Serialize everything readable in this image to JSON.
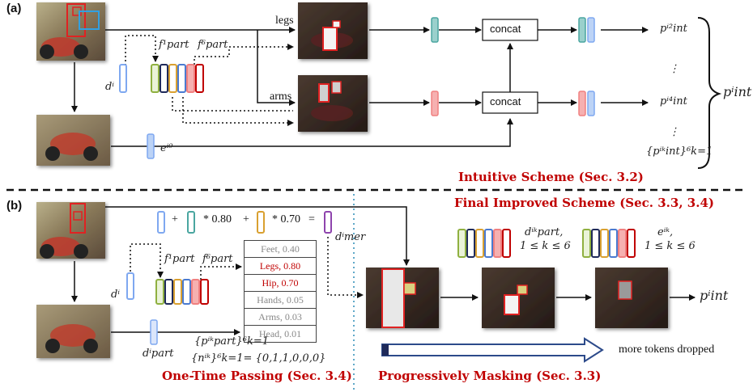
{
  "panels": {
    "a": "(a)",
    "b": "(b)"
  },
  "top": {
    "branch_legs": "legs",
    "branch_arms": "arms",
    "concat": "concat",
    "f1": "f¹part",
    "f6": "f⁶part",
    "di": "dⁱ",
    "ei0": "eⁱ⁰",
    "p_i2": "pⁱ²int",
    "p_i4": "pⁱ⁴int",
    "dots": "⋮",
    "p_set": "{pⁱᵏint}⁶k=1",
    "p_out": "pⁱint",
    "scheme_title": "Intuitive Scheme (Sec. 3.2)"
  },
  "bottom": {
    "final_title": "Final Improved Scheme (Sec. 3.3, 3.4)",
    "formula_plus": "+",
    "formula_w1": "* 0.80",
    "formula_plus2": "+",
    "formula_w2": "* 0.70",
    "formula_eq": "=",
    "d_mer": "dⁱmer",
    "f1": "f¹part",
    "f6": "f⁶part",
    "di": "dⁱ",
    "d_part": "dⁱpart",
    "parts": [
      {
        "label": "Feet, 0.40",
        "highlight": false
      },
      {
        "label": "Legs, 0.80",
        "highlight": true
      },
      {
        "label": "Hip, 0.70",
        "highlight": true
      },
      {
        "label": "Hands, 0.05",
        "highlight": false
      },
      {
        "label": "Arms, 0.03",
        "highlight": false
      },
      {
        "label": "Head, 0.01",
        "highlight": false
      }
    ],
    "p_part_set": "{pⁱᵏpart}⁶k=1",
    "n_set": "{nⁱᵏ}⁶k=1= {0,1,1,0,0,0}",
    "d_ik": "dⁱᵏpart,",
    "d_ik_range": "1 ≤ k ≤ 6",
    "e_ik": "eⁱᵏ,",
    "e_ik_range": "1 ≤ k ≤ 6",
    "p_out": "pⁱint",
    "tokens_dropped": "more tokens dropped",
    "one_time": "One-Time Passing (Sec. 3.4)",
    "progressive": "Progressively Masking (Sec. 3.3)"
  },
  "colors": {
    "accent_red": "#c00000",
    "blue": "#7fa8f0",
    "teal": "#4aa6a0",
    "gold": "#d9a030",
    "purple": "#8e44ad",
    "pink": "#f08080",
    "dark_navy": "#1f2a5a",
    "divider_dotted": "#5fa8c8"
  }
}
